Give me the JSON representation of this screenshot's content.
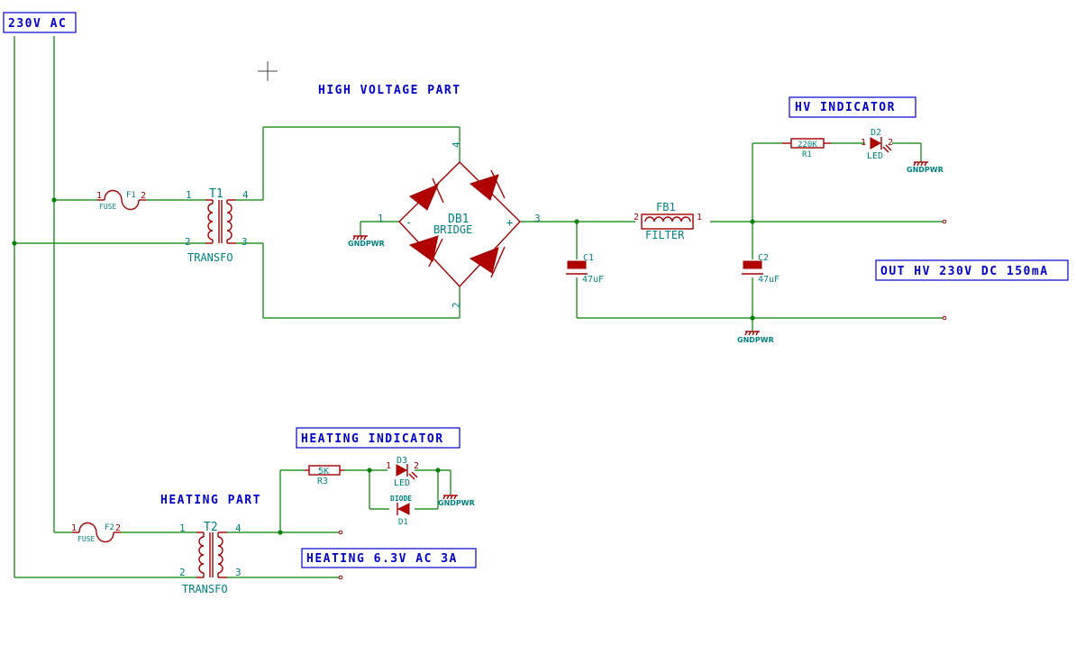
{
  "input_label": "230V AC",
  "sections": {
    "high_voltage": "HIGH VOLTAGE PART",
    "hv_indicator": "HV INDICATOR",
    "heating_part": "HEATING PART",
    "heating_indicator": "HEATING INDICATOR"
  },
  "outputs": {
    "hv": "OUT HV 230V DC 150mA",
    "heating": "HEATING 6.3V AC 3A"
  },
  "components": {
    "f1": {
      "ref": "F1",
      "value": "FUSE",
      "pin1": "1",
      "pin2": "2"
    },
    "t1": {
      "ref": "T1",
      "value": "TRANSFO",
      "pins": [
        "1",
        "2",
        "3",
        "4"
      ]
    },
    "db1": {
      "ref": "DB1",
      "value": "BRIDGE",
      "minus": "-",
      "plus": "+",
      "pins": [
        "1",
        "2",
        "3",
        "4"
      ]
    },
    "fb1": {
      "ref": "FB1",
      "value": "FILTER",
      "pin1": "1",
      "pin2": "2"
    },
    "c1": {
      "ref": "C1",
      "value": "47uF"
    },
    "c2": {
      "ref": "C2",
      "value": "47uF"
    },
    "r1": {
      "ref": "R1",
      "value": "220K"
    },
    "d2": {
      "ref": "D2",
      "value": "LED",
      "pin1": "1",
      "pin2": "2"
    },
    "f2": {
      "ref": "F2",
      "value": "FUSE",
      "pin1": "1",
      "pin2": "2"
    },
    "t2": {
      "ref": "T2",
      "value": "TRANSFO",
      "pins": [
        "1",
        "2",
        "3",
        "4"
      ]
    },
    "r3": {
      "ref": "R3",
      "value": "5K"
    },
    "d3": {
      "ref": "D3",
      "value": "LED",
      "pin1": "1",
      "pin2": "2"
    },
    "d1": {
      "ref": "D1",
      "value": "DIODE"
    }
  },
  "ground_label": "GNDPWR",
  "colors": {
    "wire": "#008000",
    "component": "#a00000",
    "label": "#008080",
    "text": "#0000c8"
  }
}
